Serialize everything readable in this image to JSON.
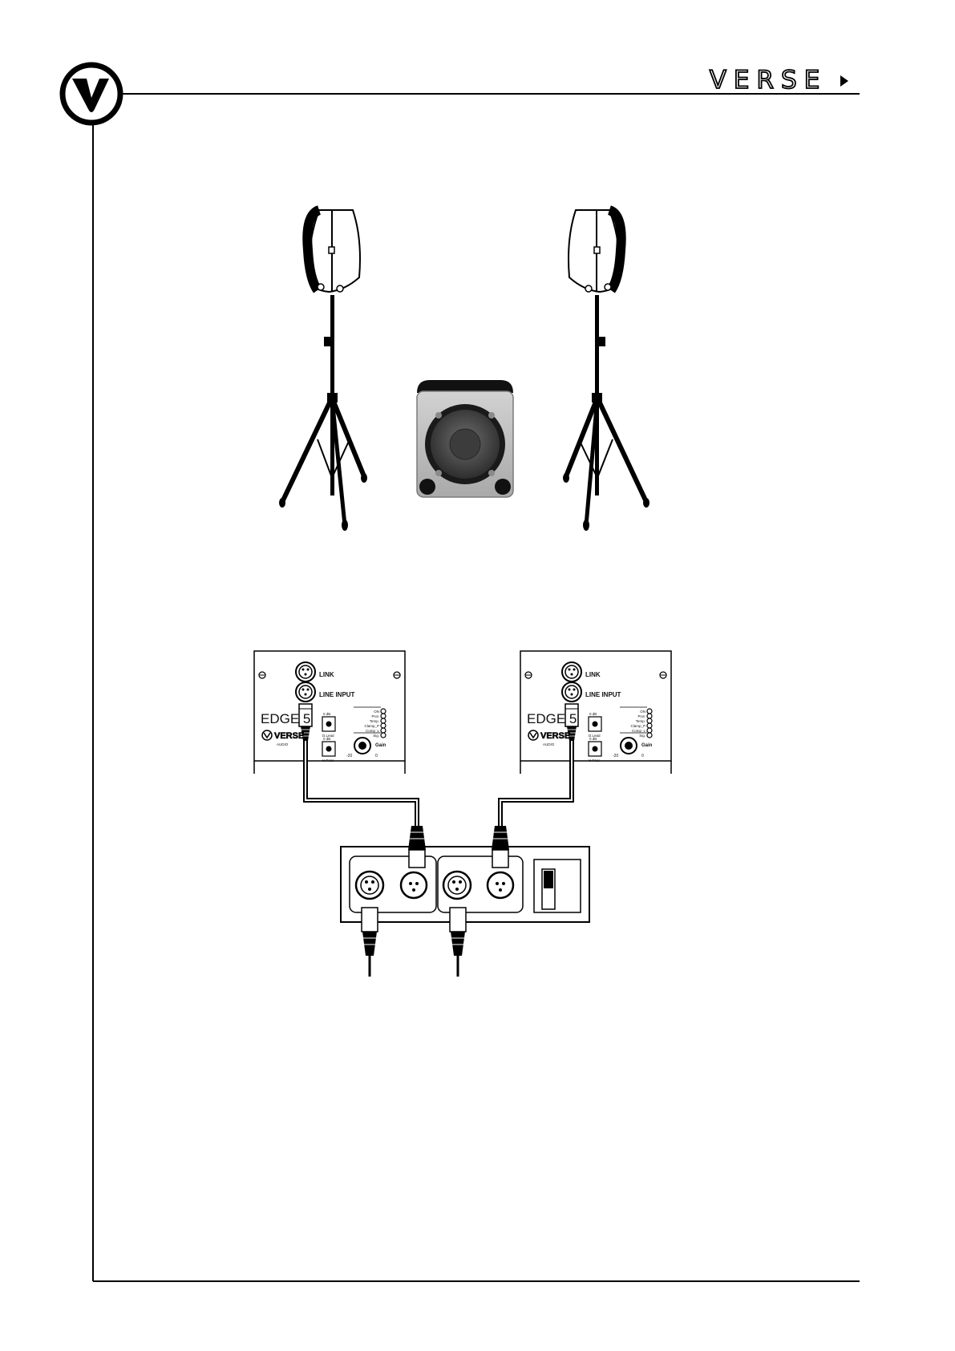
{
  "header": {
    "brand_logo_text": "VERSE"
  },
  "speaker_panel": {
    "link_label": "LINK",
    "line_input_label": "LINE INPUT",
    "model_name": "EDGE 5",
    "panel_logo_text": "VERSE",
    "panel_logo_sub": "AUDIO",
    "gain_label": "Gain",
    "gain_min": "-20",
    "gain_max": "0",
    "led_labels": [
      "ON",
      "Prot.",
      "Temp.",
      "Clamp_P",
      "Comp_L",
      "Sig."
    ],
    "switch_a_top": "0 dB",
    "switch_a_bottom": "D.Lead",
    "switch_b_top": "0 dB",
    "switch_b_bottom": "H.Pass"
  },
  "colors": {
    "line": "#000000",
    "sub_body": "#bdbdbd",
    "sub_top": "#111111",
    "cone": "#5a5a5a"
  }
}
